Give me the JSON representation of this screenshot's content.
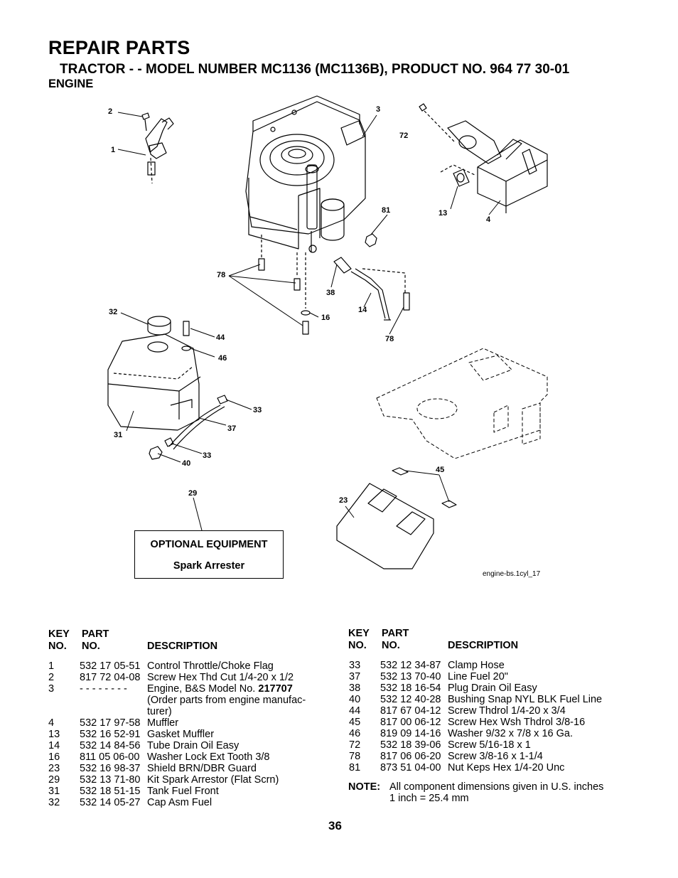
{
  "title": "REPAIR PARTS",
  "subtitle": "TRACTOR - - MODEL NUMBER MC1136 (MC1136B), PRODUCT NO. 964 77 30-01",
  "section": "ENGINE",
  "callouts": [
    "2",
    "1",
    "3",
    "72",
    "81",
    "13",
    "4",
    "78",
    "38",
    "14",
    "16",
    "78",
    "32",
    "44",
    "46",
    "33",
    "37",
    "31",
    "33",
    "40",
    "29",
    "23",
    "45"
  ],
  "optional_equipment": {
    "title": "OPTIONAL EQUIPMENT",
    "item": "Spark Arrester"
  },
  "diagram_ref": "engine-bs.1cyl_17",
  "table_headers": {
    "key_top": "KEY",
    "key_bottom": "NO.",
    "part_top": "PART",
    "part_bottom": "NO.",
    "desc": "DESCRIPTION"
  },
  "parts_left": [
    {
      "key": "1",
      "part": "532 17 05-51",
      "desc": "Control Throttle/Choke Flag"
    },
    {
      "key": "2",
      "part": "817 72 04-08",
      "desc": "Screw Hex Thd Cut 1/4-20 x 1/2"
    },
    {
      "key": "3",
      "part": "- - - - - - - -",
      "desc": "Engine, B&S Model No.",
      "desc_bold": "217707",
      "desc_line2": "(Order parts from engine manufac-",
      "desc_line3": "turer)"
    },
    {
      "key": "4",
      "part": "532 17 97-58",
      "desc": "Muffler"
    },
    {
      "key": "13",
      "part": "532 16 52-91",
      "desc": "Gasket Muffler"
    },
    {
      "key": "14",
      "part": "532 14 84-56",
      "desc": "Tube Drain Oil Easy"
    },
    {
      "key": "16",
      "part": "811 05 06-00",
      "desc": "Washer Lock Ext Tooth 3/8"
    },
    {
      "key": "23",
      "part": "532 16 98-37",
      "desc": "Shield BRN/DBR Guard"
    },
    {
      "key": "29",
      "part": "532 13 71-80",
      "desc": "Kit Spark Arrestor (Flat Scrn)"
    },
    {
      "key": "31",
      "part": "532 18 51-15",
      "desc": "Tank Fuel Front"
    },
    {
      "key": "32",
      "part": "532 14 05-27",
      "desc": "Cap Asm Fuel"
    }
  ],
  "parts_right": [
    {
      "key": "33",
      "part": "532 12 34-87",
      "desc": "Clamp Hose"
    },
    {
      "key": "37",
      "part": "532 13 70-40",
      "desc": "Line Fuel 20\""
    },
    {
      "key": "38",
      "part": "532 18 16-54",
      "desc": "Plug Drain Oil Easy"
    },
    {
      "key": "40",
      "part": "532 12 40-28",
      "desc": "Bushing Snap NYL BLK Fuel Line"
    },
    {
      "key": "44",
      "part": "817 67 04-12",
      "desc": "Screw Thdrol 1/4-20 x 3/4"
    },
    {
      "key": "45",
      "part": "817 00 06-12",
      "desc": "Screw Hex Wsh Thdrol 3/8-16"
    },
    {
      "key": "46",
      "part": "819 09 14-16",
      "desc": "Washer 9/32 x 7/8 x 16 Ga."
    },
    {
      "key": "72",
      "part": "532 18 39-06",
      "desc": "Screw 5/16-18 x 1"
    },
    {
      "key": "78",
      "part": "817 06 06-20",
      "desc": "Screw 3/8-16 x 1-1/4"
    },
    {
      "key": "81",
      "part": "873 51 04-00",
      "desc": "Nut Keps Hex 1/4-20 Unc"
    }
  ],
  "note": {
    "label": "NOTE:",
    "line1": "All component dimensions given in U.S. inches",
    "line2": "1 inch = 25.4 mm"
  },
  "page_number": "36"
}
